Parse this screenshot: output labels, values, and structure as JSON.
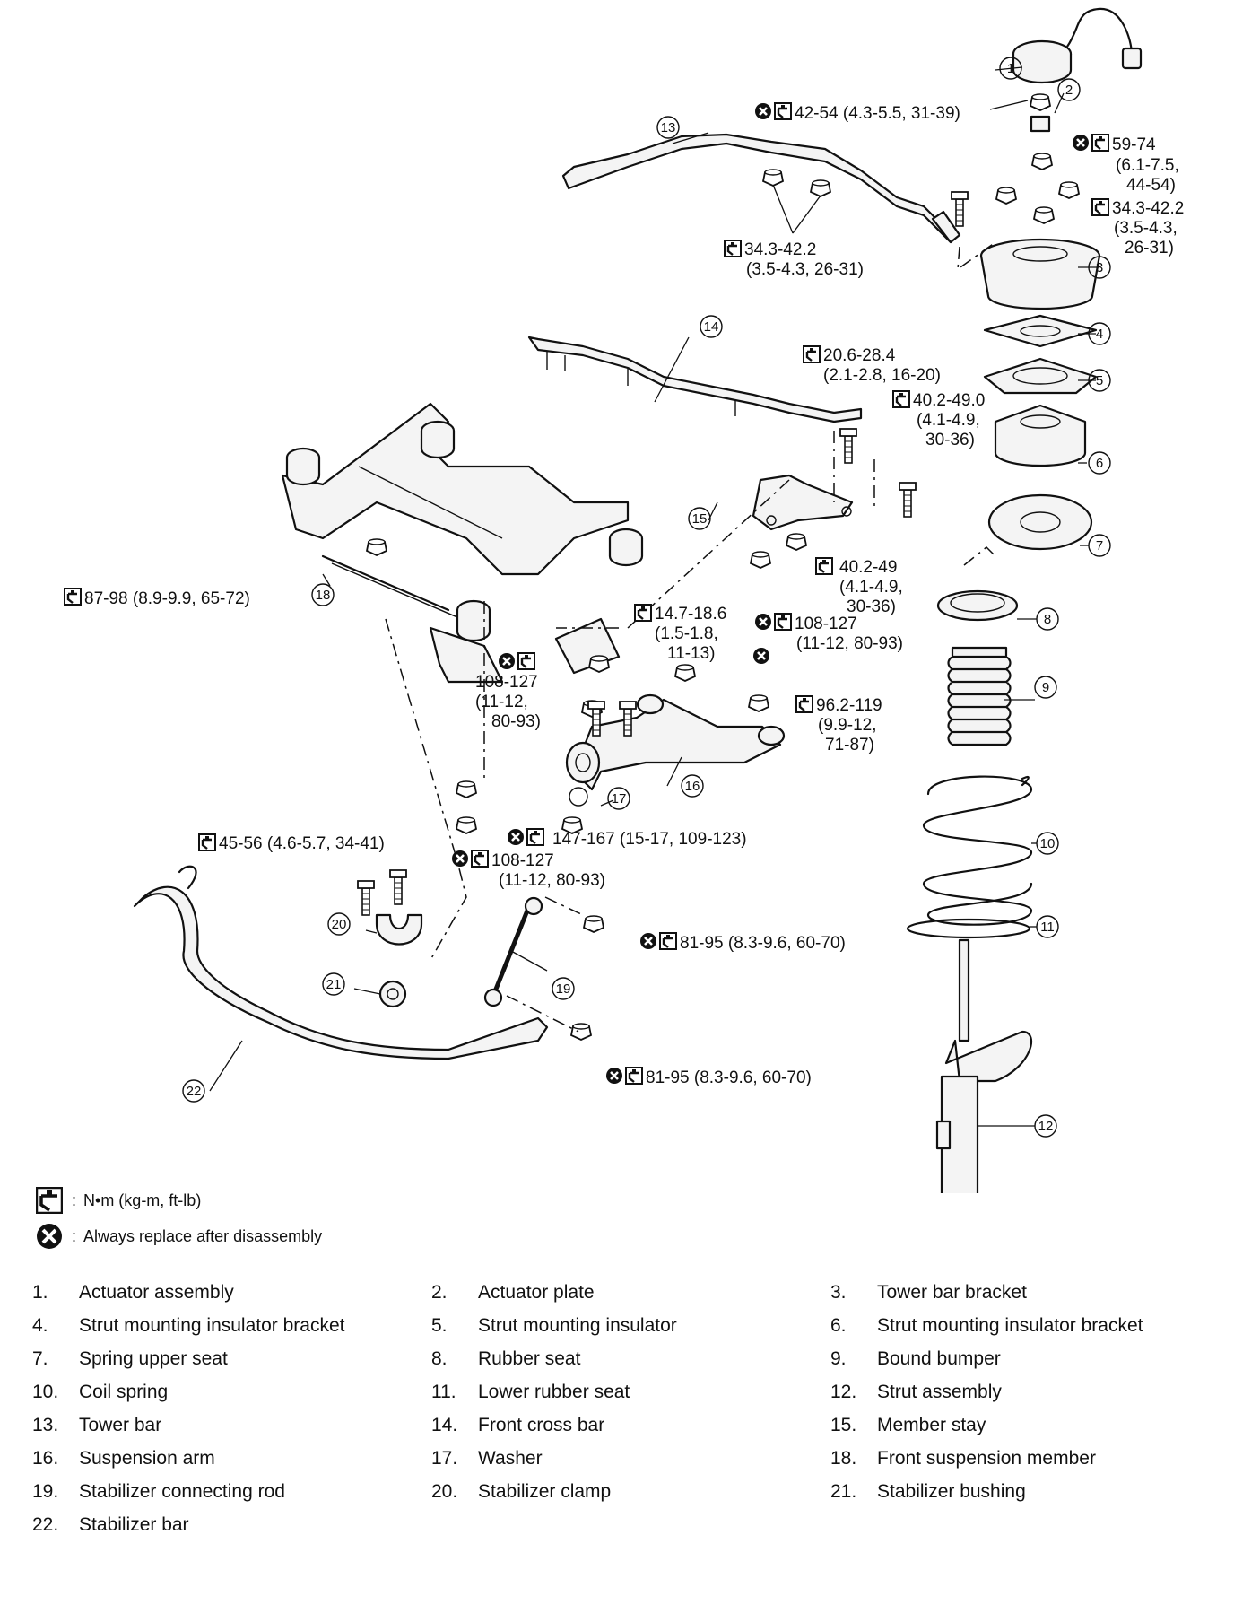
{
  "torque_specs": {
    "t1": "42-54 (4.3-5.5, 31-39)",
    "t2_a": "59-74",
    "t2_b": "(6.1-7.5,",
    "t2_c": "44-54)",
    "t3_a": "34.3-42.2",
    "t3_b": "(3.5-4.3,",
    "t3_c": "26-31)",
    "t4_a": "34.3-42.2",
    "t4_b": "(3.5-4.3, 26-31)",
    "t5_a": "20.6-28.4",
    "t5_b": "(2.1-2.8, 16-20)",
    "t6_a": "40.2-49.0",
    "t6_b": "(4.1-4.9,",
    "t6_c": "30-36)",
    "t7_a": "40.2-49",
    "t7_b": "(4.1-4.9,",
    "t7_c": "30-36)",
    "t8": "87-98 (8.9-9.9, 65-72)",
    "t9_a": "14.7-18.6",
    "t9_b": "(1.5-1.8,",
    "t9_c": "11-13)",
    "t10_a": "108-127",
    "t10_b": "(11-12, 80-93)",
    "t11_a": "108-127",
    "t11_b": "(11-12,",
    "t11_c": "80-93)",
    "t12_a": "96.2-119",
    "t12_b": "(9.9-12,",
    "t12_c": "71-87)",
    "t13": "147-167 (15-17, 109-123)",
    "t14": "45-56 (4.6-5.7, 34-41)",
    "t15_a": "108-127",
    "t15_b": "(11-12, 80-93)",
    "t16": "81-95 (8.3-9.6, 60-70)",
    "t17": "81-95 (8.3-9.6, 60-70)"
  },
  "callouts": [
    "1",
    "2",
    "3",
    "4",
    "5",
    "6",
    "7",
    "8",
    "9",
    "10",
    "11",
    "12",
    "13",
    "14",
    "15",
    "16",
    "17",
    "18",
    "19",
    "20",
    "21",
    "22"
  ],
  "legend": {
    "colon": ":",
    "torque_unit": "N•m (kg-m, ft-lb)",
    "replace_note": "Always replace after disassembly",
    "torque_icon": "torque-wrench-icon",
    "replace_icon": "replace-x-icon"
  },
  "parts": [
    {
      "num": "1.",
      "name": "Actuator assembly"
    },
    {
      "num": "2.",
      "name": "Actuator plate"
    },
    {
      "num": "3.",
      "name": "Tower bar bracket"
    },
    {
      "num": "4.",
      "name": "Strut mounting insulator bracket"
    },
    {
      "num": "5.",
      "name": "Strut mounting insulator"
    },
    {
      "num": "6.",
      "name": "Strut mounting insulator bracket"
    },
    {
      "num": "7.",
      "name": "Spring upper seat"
    },
    {
      "num": "8.",
      "name": "Rubber seat"
    },
    {
      "num": "9.",
      "name": "Bound bumper"
    },
    {
      "num": "10.",
      "name": "Coil spring"
    },
    {
      "num": "11.",
      "name": "Lower rubber seat"
    },
    {
      "num": "12.",
      "name": "Strut assembly"
    },
    {
      "num": "13.",
      "name": "Tower bar"
    },
    {
      "num": "14.",
      "name": "Front cross bar"
    },
    {
      "num": "15.",
      "name": "Member stay"
    },
    {
      "num": "16.",
      "name": "Suspension arm"
    },
    {
      "num": "17.",
      "name": "Washer"
    },
    {
      "num": "18.",
      "name": "Front suspension member"
    },
    {
      "num": "19.",
      "name": "Stabilizer connecting rod"
    },
    {
      "num": "20.",
      "name": "Stabilizer clamp"
    },
    {
      "num": "21.",
      "name": "Stabilizer bushing"
    },
    {
      "num": "22.",
      "name": "Stabilizer bar"
    }
  ]
}
